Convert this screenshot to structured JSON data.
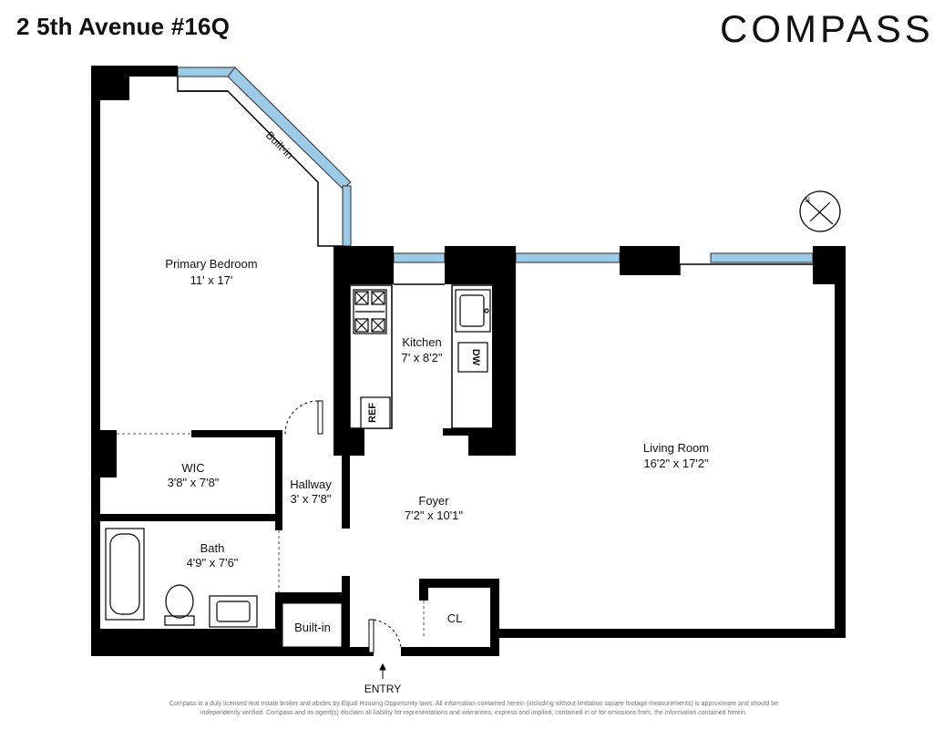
{
  "header": {
    "address": "2 5th Avenue #16Q",
    "brand": "COMPASS"
  },
  "rooms": {
    "primary_bedroom": {
      "name": "Primary Bedroom",
      "dims": "11' x 17'"
    },
    "kitchen": {
      "name": "Kitchen",
      "dims": "7' x 8'2\""
    },
    "living_room": {
      "name": "Living Room",
      "dims": "16'2\" x 17'2\""
    },
    "wic": {
      "name": "WIC",
      "dims": "3'8\" x 7'8\""
    },
    "hallway": {
      "name": "Hallway",
      "dims": "3' x 7'8\""
    },
    "foyer": {
      "name": "Foyer",
      "dims": "7'2\" x 10'1\""
    },
    "bath": {
      "name": "Bath",
      "dims": "4'9\" x 7'6\""
    }
  },
  "labels": {
    "built_in_top": "Built-in",
    "built_in_bottom": "Built-in",
    "closet": "CL",
    "entry": "ENTRY",
    "refrigerator": "REF",
    "dishwasher": "DW",
    "compass_north": "N"
  },
  "disclaimer": {
    "line1": "Compass is a duly licensed real estate broker and abides by Equal Housing Opportunity laws. All information contained herein (including without limitation square footage measurements) is approximate and should be",
    "line2": "independently verified. Compass and its agent(s) disclaim all liability for representations and warranties, express and implied, contained in or for omissions from, the information contained herein."
  },
  "colors": {
    "wall": "#000000",
    "window": "#9ccbe8",
    "background": "#ffffff"
  }
}
